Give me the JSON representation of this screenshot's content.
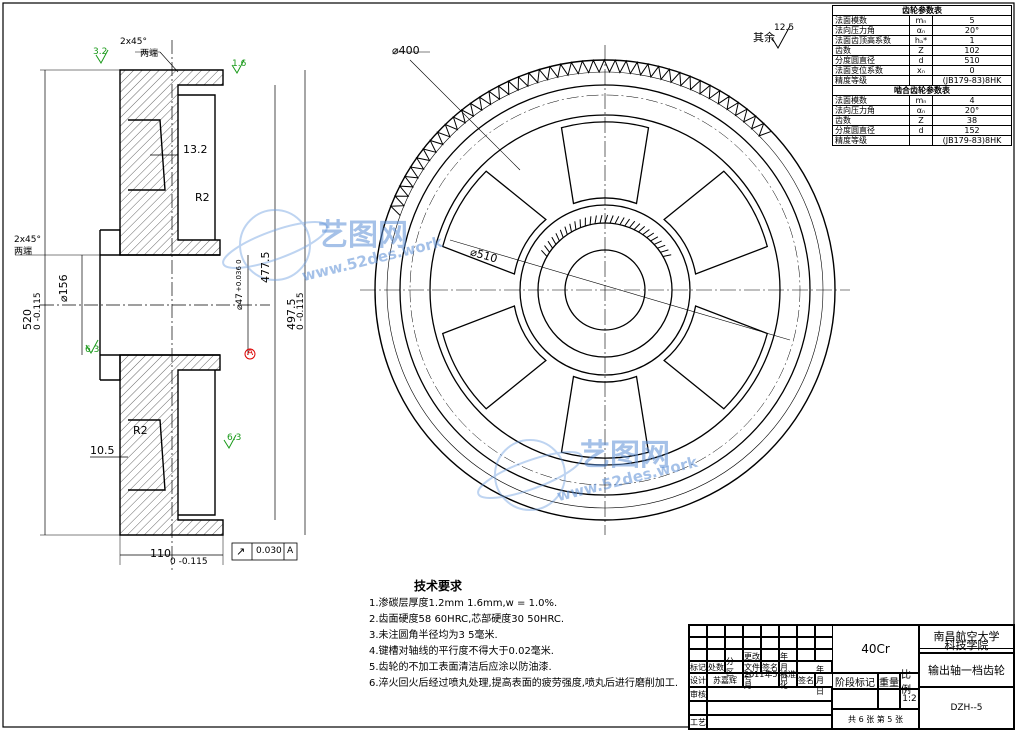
{
  "drawing": {
    "params_gear_title": "齿轮参数表",
    "params_gear": [
      {
        "name": "法面模数",
        "sym": "mₙ",
        "val": "5"
      },
      {
        "name": "法向压力角",
        "sym": "αₙ",
        "val": "20°"
      },
      {
        "name": "法面齿顶高系数",
        "sym": "hₐ*",
        "val": "1"
      },
      {
        "name": "齿数",
        "sym": "Z",
        "val": "102"
      },
      {
        "name": "分度圆直径",
        "sym": "d",
        "val": "510"
      },
      {
        "name": "法面变位系数",
        "sym": "xₙ",
        "val": "0"
      },
      {
        "name": "精度等级",
        "sym": "",
        "val": "(JB179-83)8HK"
      }
    ],
    "params_mate_title": "啮合齿轮参数表",
    "params_mate": [
      {
        "name": "法面模数",
        "sym": "mₙ",
        "val": "4"
      },
      {
        "name": "法向压力角",
        "sym": "αₙ",
        "val": "20°"
      },
      {
        "name": "齿数",
        "sym": "Z",
        "val": "38"
      },
      {
        "name": "分度圆直径",
        "sym": "d",
        "val": "152"
      },
      {
        "name": "精度等级",
        "sym": "",
        "val": "(JB179-83)8HK"
      }
    ],
    "dims": {
      "chamfer_top": "2x45°",
      "chamfer_top_note": "两端",
      "chamfer_left": "2x45°",
      "chamfer_left_note": "两端",
      "d400": "⌀400",
      "d510": "⌀510",
      "d156": "⌀156",
      "d477": "477.5",
      "d47": "⌀47",
      "d47_tol": "+0.036 0",
      "d497_main": "497.5",
      "d497_tol": "0 -0.115",
      "d520_main": "520",
      "d520_tol": "0 -0.115",
      "d110_main": "110",
      "d110_tol": "0 -0.115",
      "r_top": "R2",
      "r_bottom": "R2",
      "w13": "13.2",
      "w10": "10.5",
      "rough_32": "3.2",
      "rough_16": "1.6",
      "rough_63a": "6.3",
      "rough_63b": "6.3",
      "rough_rest": "其余",
      "rough_rest_val": "12.5",
      "tol_sym": "↗",
      "tol_val": "0.030",
      "tol_ref": "A",
      "datum": "A"
    },
    "tech_title": "技术要求",
    "tech_items": [
      "1.渗碳层厚度1.2mm   1.6mm,w = 1.0%.",
      "2.齿面硬度58   60HRC,芯部硬度30   50HRC.",
      "3.未注圆角半径均为3   5毫米.",
      "4.键槽对轴线的平行度不得大于0.02毫米.",
      "5.齿轮的不加工表面清洁后应涂以防油漆.",
      "6.淬火回火后经过喷丸处理,提高表面的疲劳强度,喷丸后进行磨削加工."
    ],
    "watermark_cn": "艺图网",
    "watermark_en": "www.52des.work",
    "title_block": {
      "material": "40Cr",
      "school_1": "南昌航空大学",
      "school_2": "科技学院",
      "part_name": "输出轴一档齿轮",
      "stage": "阶段标记",
      "weight": "重量",
      "scale_label": "比例",
      "scale": "1:2",
      "drawing_no": "DZH--5",
      "sheets": "共 6 张  第 5 张",
      "rows": [
        "标记",
        "设计",
        "审核",
        "工艺"
      ],
      "h_cols": [
        "处数",
        "分 区",
        "更改文件号",
        "签名",
        "年 月 日"
      ],
      "h_cols2": [
        "标准化",
        "签名",
        "年 月 日"
      ],
      "designer": "苏嘉辉",
      "date": "2011年5月"
    }
  }
}
